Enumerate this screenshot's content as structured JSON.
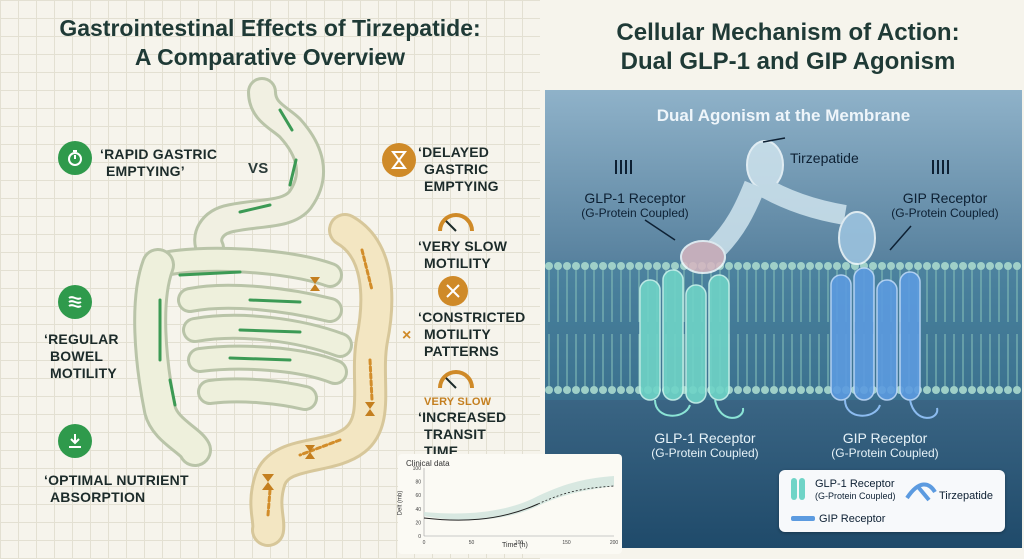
{
  "left_title": {
    "line1": "Gastrointestinal Effects of Tirzepatide:",
    "line2": "A Comparative Overview"
  },
  "right_title": {
    "line1": "Cellular Mechanism of Action:",
    "line2": "Dual GLP-1 and GIP Agonism"
  },
  "left_labels": {
    "rapid": {
      "line1": "‘Rapid Gastric",
      "line2": "Emptying’"
    },
    "vs": "VS",
    "regular": {
      "line1": "‘Regular",
      "line2": "Bowel",
      "line3": "Motility"
    },
    "optimal": {
      "line1": "‘Optimal Nutrient",
      "line2": "Absorption"
    }
  },
  "right_labels": {
    "delayed": {
      "line1": "‘Delayed",
      "line2": "Gastric",
      "line3": "Emptying"
    },
    "veryslow": {
      "line1": "‘Very Slow",
      "line2": "Motility"
    },
    "constricted": {
      "line1": "‘Constricted",
      "line2": "Motility",
      "line3": "Patterns"
    },
    "gauge_caption": "Very Slow",
    "increased": {
      "line1": "‘Increased",
      "line2": "Transit",
      "line3": "Time"
    },
    "x_mark": "×"
  },
  "panel": {
    "heading": "Dual Agonism at the Membrane",
    "tirzepatide": "Tirzepatide",
    "glp1_receptor": "GLP-1 Receptor",
    "glp1_sub": "(G-Protein Coupled)",
    "gip_receptor": "GIP Receptor",
    "gip_sub": "(G-Protein Coupled)",
    "bottom_glp1": "GLP-1 Receptor",
    "bottom_glp1_sub": "(G-Protein Coupled)",
    "bottom_gip": "GIP Receptor",
    "bottom_gip_sub": "(G-Protein Coupled)"
  },
  "legend": {
    "glp1": "GLP-1 Receptor",
    "glp1_sub": "(G-Protein Coupled)",
    "tirzepatide": "Tirzepatide",
    "gip": "GIP Receptor"
  },
  "inset_chart": {
    "title": "Clinical data",
    "ylabel": "Delt (mb)",
    "xlabel": "Time (h)",
    "x_ticks": [
      "0",
      "50",
      "100",
      "150",
      "200"
    ],
    "y_ticks": [
      "0",
      "20",
      "40",
      "60",
      "80",
      "100"
    ]
  },
  "icons": [
    "stopwatch-icon",
    "hourglass-icon",
    "gauge-icon",
    "intestine-icon",
    "constriction-icon",
    "nutrient-icon",
    "receptor-icon"
  ],
  "colors": {
    "green": "#2f9a4c",
    "orange": "#cf8a28",
    "title": "#1f3a36",
    "panel_dark": "#1f4a6a"
  }
}
